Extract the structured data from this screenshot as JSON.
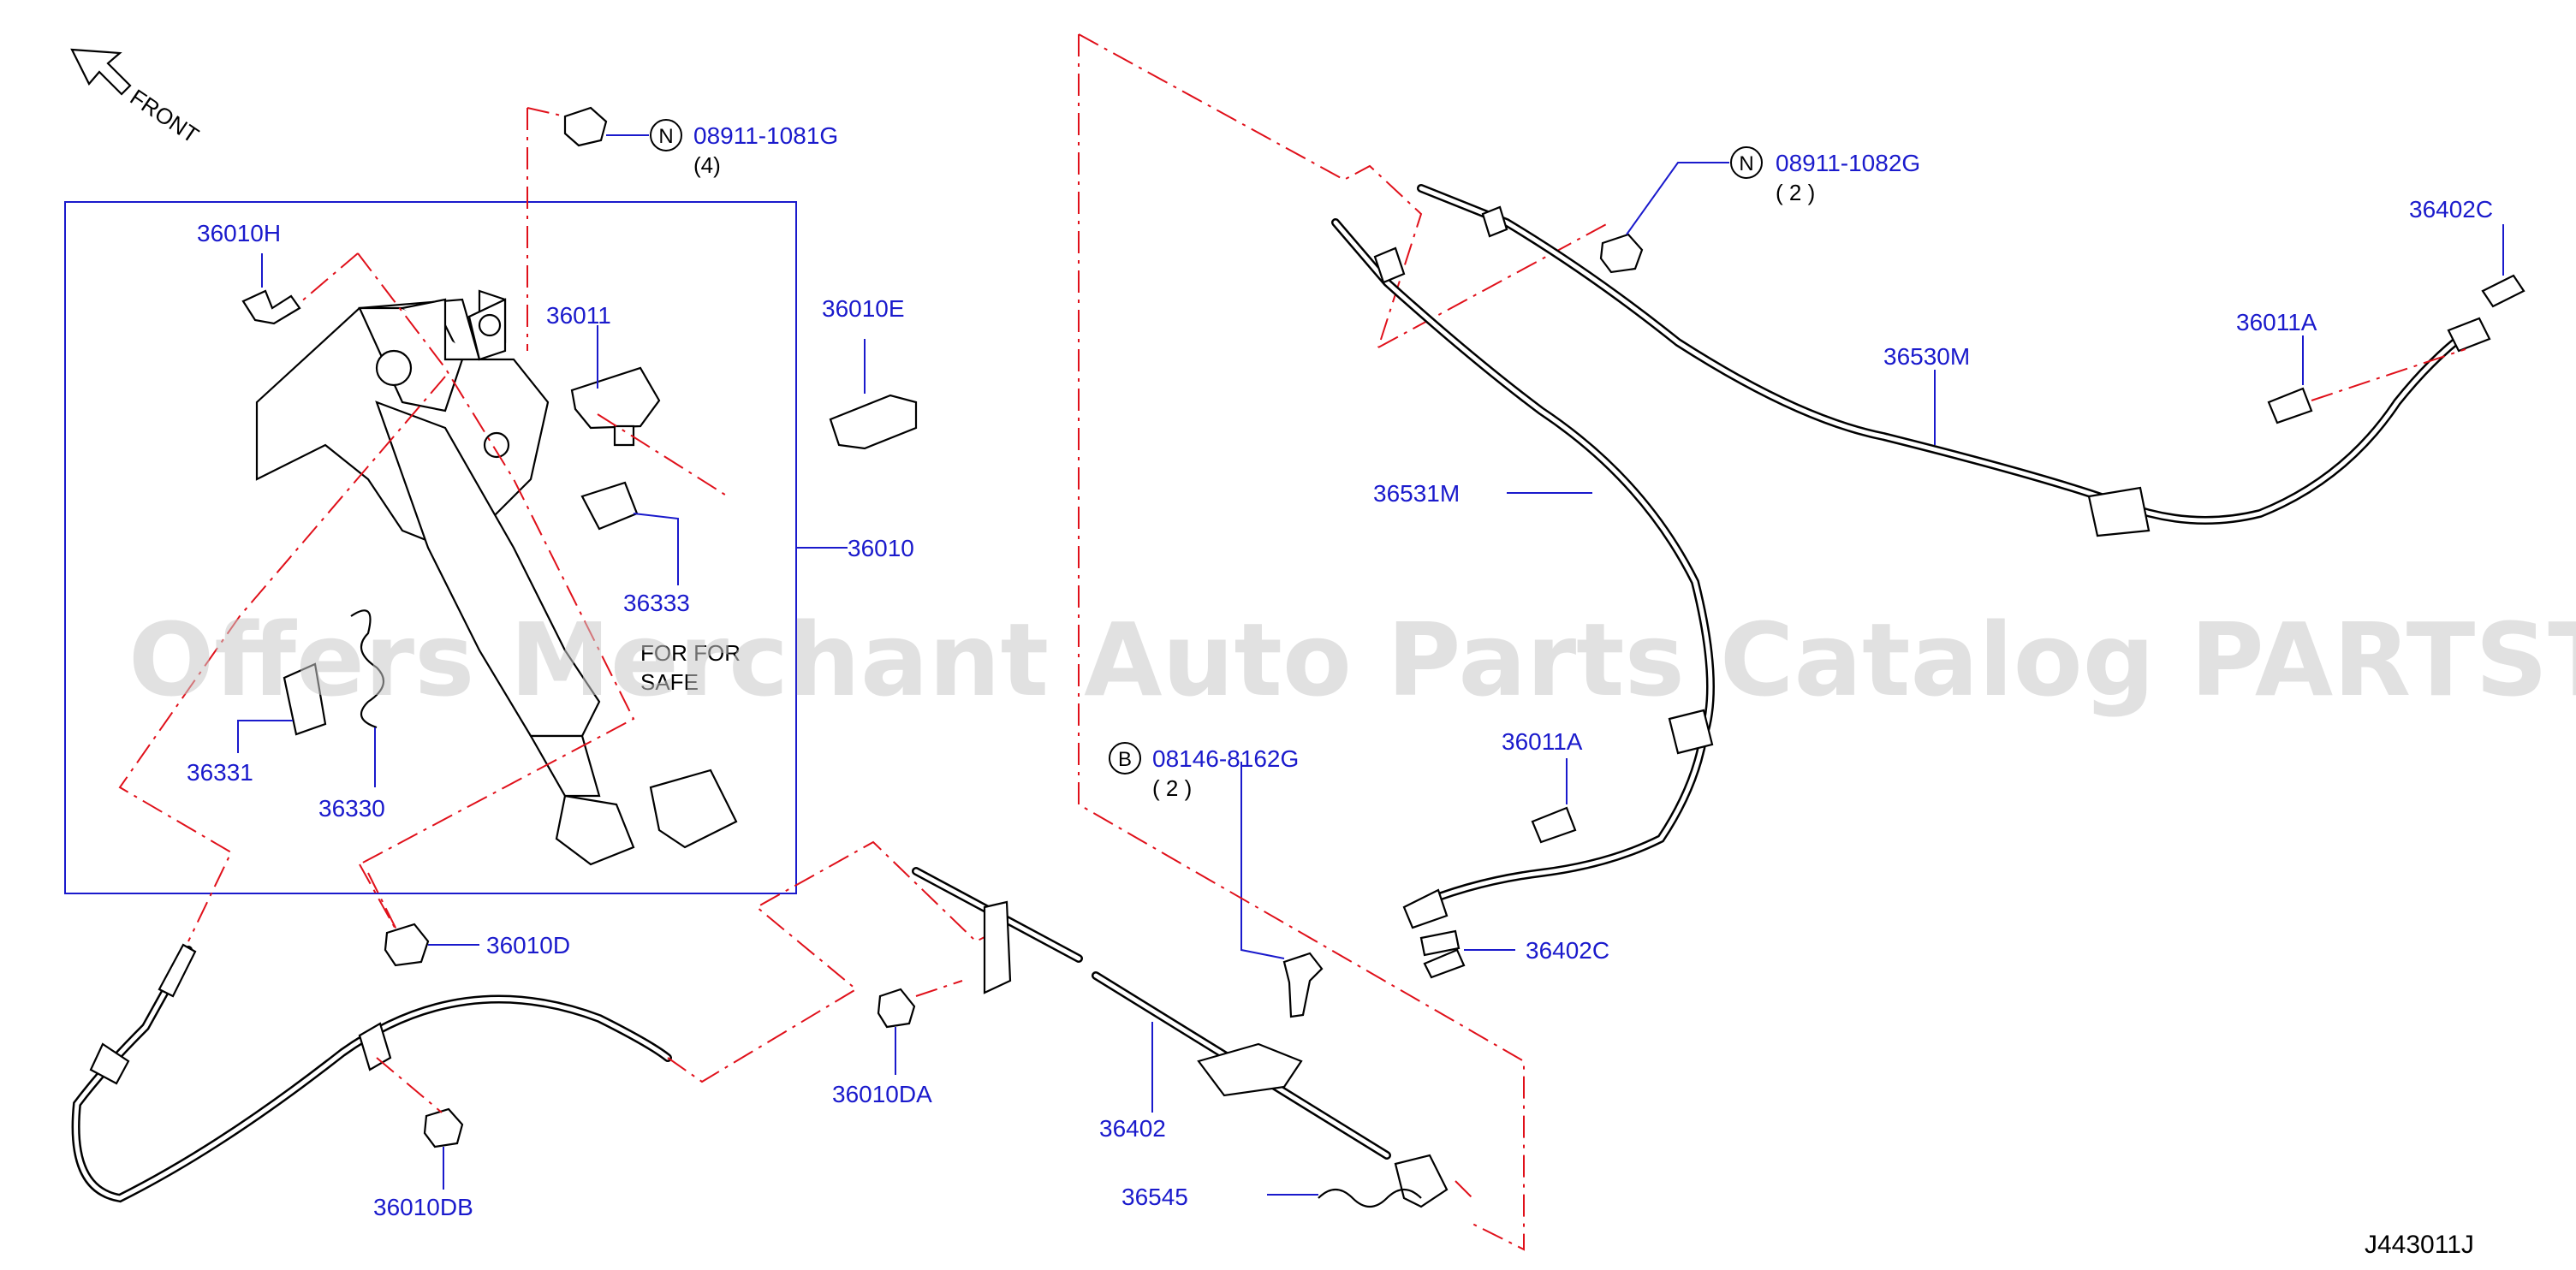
{
  "diagram": {
    "orientation": {
      "label": "FRONT",
      "icon": "front-arrow-icon"
    },
    "parts": {
      "p36010H": "36010H",
      "p36011": "36011",
      "p36010E": "36010E",
      "p36010": "36010",
      "p36333": "36333",
      "p36331": "36331",
      "p36330": "36330",
      "p36010D": "36010D",
      "p36010DA": "36010DA",
      "p36010DB": "36010DB",
      "p36402": "36402",
      "p36545": "36545",
      "p36531M": "36531M",
      "p36530M": "36530M",
      "p36011A_left": "36011A",
      "p36011A_right": "36011A",
      "p36402C_lower": "36402C",
      "p36402C_upper": "36402C"
    },
    "fasteners": {
      "nut_pedal": {
        "badge": "N",
        "part": "08911-1081G",
        "qty": "(4)"
      },
      "nut_cable": {
        "badge": "N",
        "part": "08911-1082G",
        "qty": "( 2 )"
      },
      "bolt_lever": {
        "badge": "B",
        "part": "08146-8162G",
        "qty": "( 2 )"
      }
    },
    "pedal_text": [
      "FOR FOR",
      "SAFE"
    ],
    "watermark": "Offers Merchant Auto Parts Catalog PARTSTORE.SA",
    "diagram_code": "J443011J"
  },
  "colors": {
    "label": "#1a1acc",
    "leader": "#1a1acc",
    "phantom": "#e0101a",
    "linework": "#000000",
    "watermark": "#c9c9c9"
  }
}
